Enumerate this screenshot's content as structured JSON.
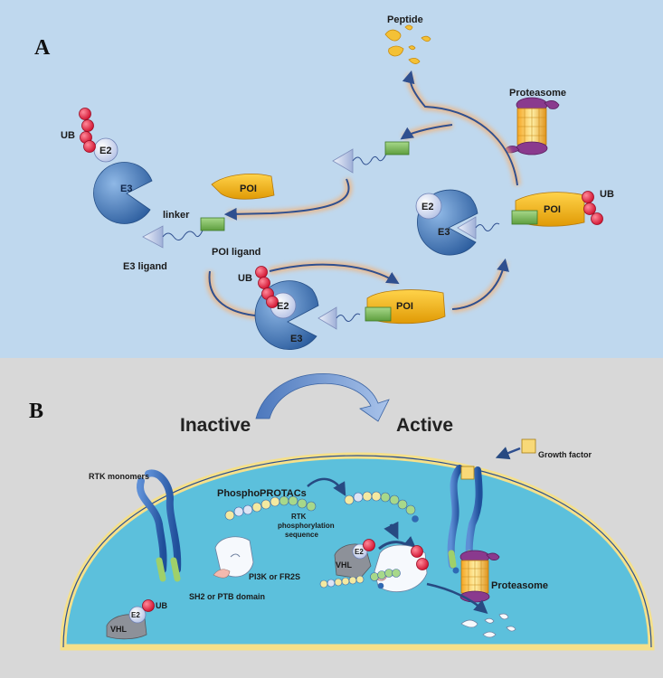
{
  "panel_a": {
    "letter": "A",
    "labels": {
      "peptide": "Peptide",
      "proteasome": "Proteasome",
      "ub_top": "UB",
      "e2_top": "E2",
      "e3_top": "E3",
      "poi_free": "POI",
      "linker": "linker",
      "poi_ligand": "POI ligand",
      "e3_ligand": "E3 ligand",
      "ub_mid": "UB",
      "e2_mid": "E2",
      "e3_mid": "E3",
      "poi_mid": "POI",
      "e2_right": "E2",
      "e3_right": "E3",
      "poi_right": "POI",
      "ub_right": "UB"
    }
  },
  "panel_b": {
    "letter": "B",
    "inactive": "Inactive",
    "active": "Active",
    "labels": {
      "growth_factor": "Growth factor",
      "rtk_monomers": "RTK monomers",
      "phosphoprotacs": "PhosphoPROTACs",
      "rtk_seq_1": "RTK",
      "rtk_seq_2": "phosphorylation",
      "rtk_seq_3": "sequence",
      "pi3k": "PI3K or FR2S",
      "sh2": "SH2 or PTB domain",
      "vhl_mid": "VHL",
      "e2_mid": "E2",
      "proteasome": "Proteasome",
      "e2_low": "E2",
      "ub_low": "UB",
      "vhl_low": "VHL"
    }
  },
  "colors": {
    "panel_a_bg": "#bfd8ee",
    "panel_b_bg": "#d8d8d8",
    "cell_fill": "#5cc0dc",
    "cell_membrane": "#f5e08a",
    "e3_blue": "#3f79b8",
    "poi_gold": "#f4b81c",
    "ub_red": "#e8324a",
    "ligand_green": "#7dbb5a",
    "proteasome_purple": "#8a3a8e",
    "arrow_navy": "#2f4f8f"
  }
}
